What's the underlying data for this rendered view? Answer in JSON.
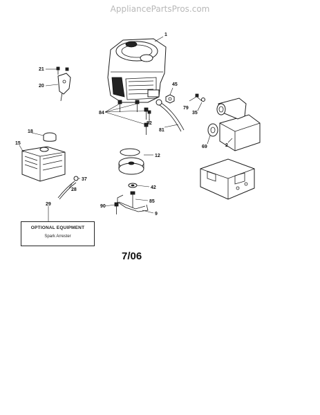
{
  "watermark": "AppliancePartsPros.com",
  "callouts": {
    "c1": "1",
    "c2": "2",
    "c9": "9",
    "c12": "12",
    "c15": "15",
    "c18": "18",
    "c20": "20",
    "c21": "21",
    "c28": "28",
    "c29": "29",
    "c35": "35",
    "c37": "37",
    "c42": "42",
    "c45": "45",
    "c69": "69",
    "c79": "79",
    "c81": "81",
    "c82": "82",
    "c84": "84",
    "c85": "85",
    "c90": "90"
  },
  "optional_box": {
    "title": "OPTIONAL EQUIPMENT",
    "subtitle": "Spark Arrester"
  },
  "revision": "7/06"
}
